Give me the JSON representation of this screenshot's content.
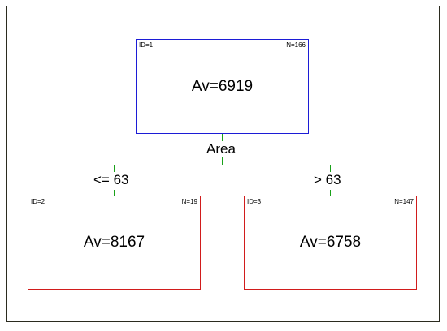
{
  "tree": {
    "root": {
      "id_label": "ID=1",
      "n_label": "N=166",
      "value_label": "Av=6919"
    },
    "split_variable": "Area",
    "branches": [
      {
        "condition": "<= 63",
        "node": {
          "id_label": "ID=2",
          "n_label": "N=19",
          "value_label": "Av=8167"
        }
      },
      {
        "condition": "> 63",
        "node": {
          "id_label": "ID=3",
          "n_label": "N=147",
          "value_label": "Av=6758"
        }
      }
    ]
  },
  "colors": {
    "root_border": "#1c1cd6",
    "leaf_border": "#d11c1c",
    "connector": "#1aa11a",
    "frame_border": "#2b2b1f"
  }
}
